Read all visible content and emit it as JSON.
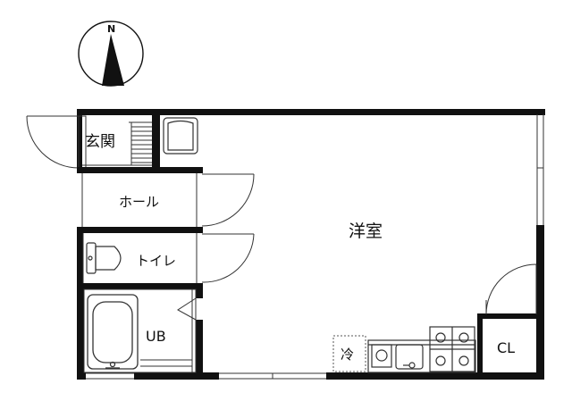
{
  "compass": {
    "north_label": "N"
  },
  "rooms": {
    "genkan": "玄関",
    "hall": "ホール",
    "toilet": "トイレ",
    "bath": "UB",
    "western_room": "洋室",
    "fridge": "冷",
    "closet": "CL"
  },
  "colors": {
    "wall": "#111111",
    "line": "#333333",
    "fixture": "#555555",
    "paper": "#ffffff"
  }
}
